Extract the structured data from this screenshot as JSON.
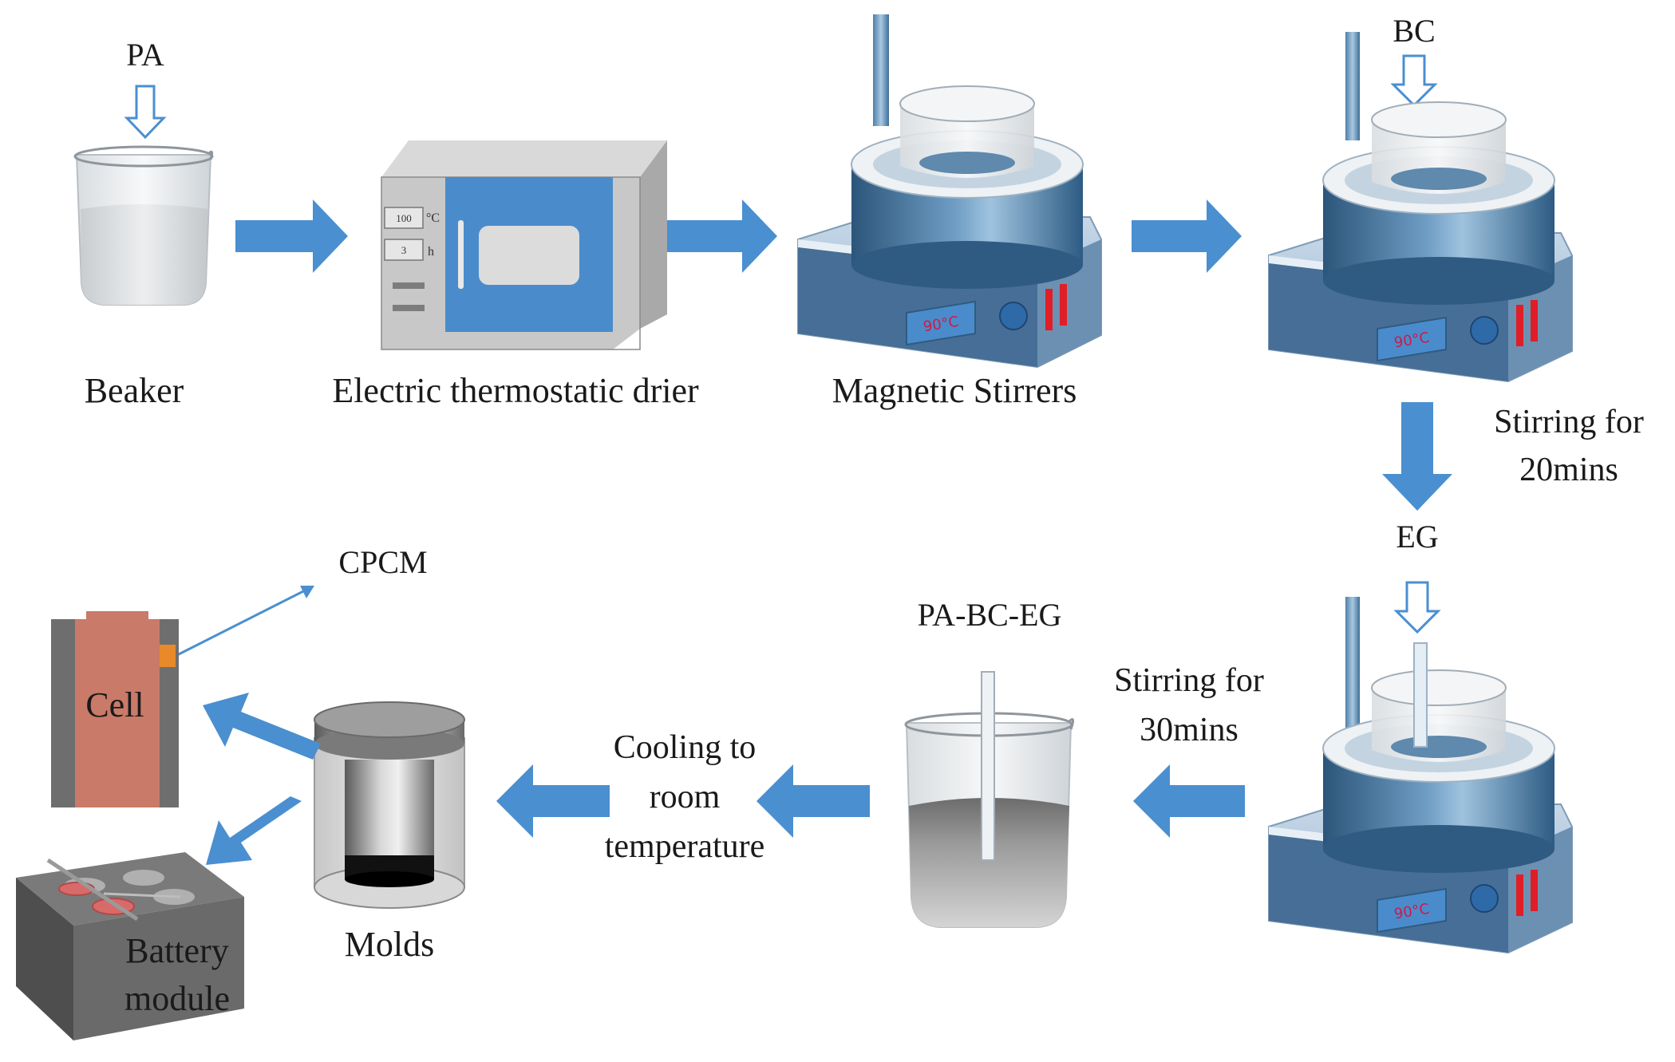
{
  "colors": {
    "arrow": "#4a8fd0",
    "oven_blue": "#4a8ccb",
    "stirrer_body": "#3d6e98",
    "cell": "#c97a68",
    "cpcm": "#e98a2a",
    "display_text": "#cc1a4a"
  },
  "labels": {
    "pa": "PA",
    "beaker": "Beaker",
    "oven": "Electric thermostatic drier",
    "stirrer": "Magnetic Stirrers",
    "bc": "BC",
    "stir20": [
      "Stirring for",
      "20mins"
    ],
    "eg": "EG",
    "pabceg": "PA-BC-EG",
    "stir30": [
      "Stirring for",
      "30mins"
    ],
    "cooling": [
      "Cooling to",
      "room",
      "temperature"
    ],
    "molds": "Molds",
    "cpcm": "CPCM",
    "cell": "Cell",
    "battery": [
      "Battery",
      "module"
    ]
  },
  "oven_panel": {
    "temp_value": "100",
    "temp_unit": "°C",
    "time_value": "3",
    "time_unit": "h"
  },
  "stirrer_display": "90°C"
}
